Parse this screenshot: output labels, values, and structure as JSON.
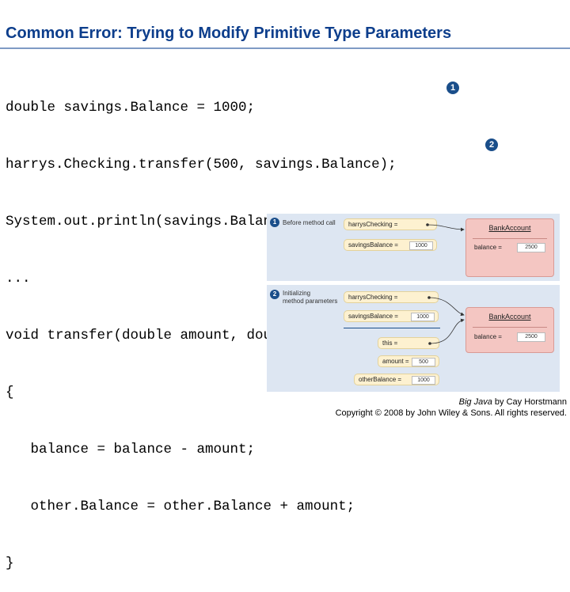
{
  "slide": {
    "title": "Common Error: Trying to Modify Primitive Type Parameters"
  },
  "code": {
    "lines": [
      "double savings.Balance = 1000;",
      "harrys.Checking.transfer(500, savings.Balance);",
      "System.out.println(savings.Balance);",
      "...",
      "void transfer(double amount, double other.Balance)",
      "{",
      "   balance = balance - amount;",
      "   other.Balance = other.Balance + amount;",
      "}"
    ],
    "markers": [
      "1",
      "2"
    ]
  },
  "diagram": {
    "step1": {
      "number": "1",
      "label": "Before method call",
      "vars": [
        {
          "name": "harrysChecking =",
          "value": ""
        },
        {
          "name": "savingsBalance =",
          "value": "1000"
        }
      ],
      "object": {
        "title": "BankAccount",
        "field": "balance =",
        "value": "2500"
      }
    },
    "step2": {
      "number": "2",
      "label": "Initializing\nmethod parameters",
      "vars": [
        {
          "name": "harrysChecking =",
          "value": ""
        },
        {
          "name": "savingsBalance =",
          "value": "1000"
        },
        {
          "name": "this =",
          "value": ""
        },
        {
          "name": "amount =",
          "value": "500"
        },
        {
          "name": "otherBalance =",
          "value": "1000"
        }
      ],
      "object": {
        "title": "BankAccount",
        "field": "balance =",
        "value": "2500"
      }
    },
    "colors": {
      "panel": "#dde6f2",
      "variable": "#fdf1d0",
      "object": "#f4c6c2",
      "marker": "#1a4e8a"
    }
  },
  "credit": {
    "book": "Big Java",
    "by": " by Cay Horstmann",
    "copyright": "Copyright © 2008 by John Wiley & Sons.  All rights reserved."
  }
}
